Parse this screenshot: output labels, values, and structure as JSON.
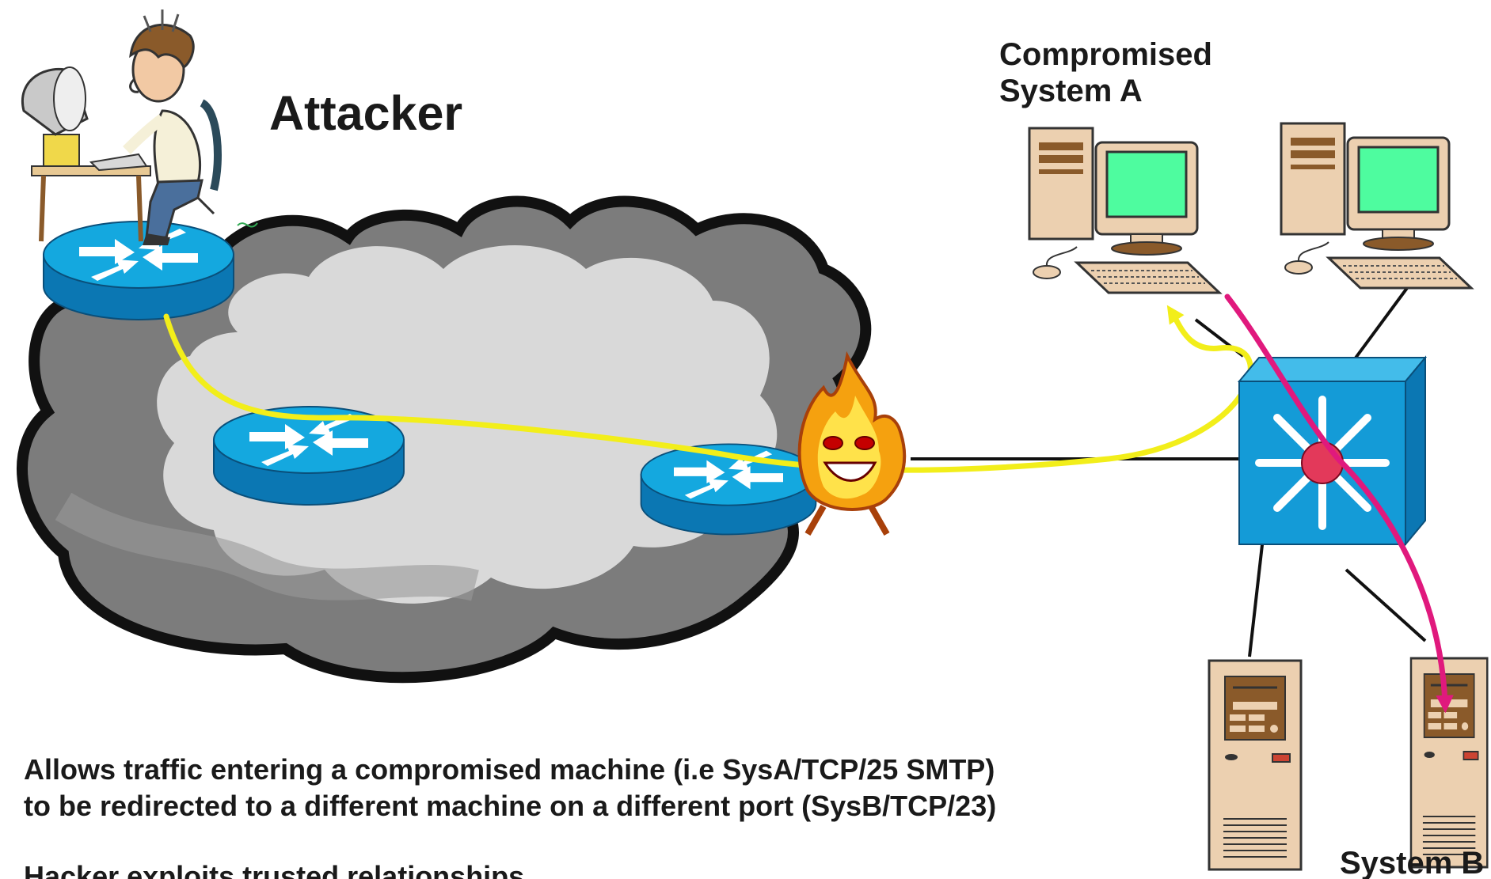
{
  "labels": {
    "attacker": "Attacker",
    "system_a_line1": "Compromised",
    "system_a_line2": "System A",
    "system_b": "System B"
  },
  "description": {
    "line1": "Allows traffic entering a compromised machine (i.e SysA/TCP/25 SMTP)",
    "line2": "to be redirected to a different machine on a different port (SysB/TCP/23)",
    "line3": "Hacker exploits trusted relationships"
  },
  "colors": {
    "router": "#14a8df",
    "router_side": "#0b77b3",
    "cloud_dark": "#7a7a7a",
    "cloud_light": "#d8d8d8",
    "switch": "#149bd7",
    "switch_hub": "#e3395a",
    "path_yellow": "#f2ee1a",
    "path_magenta": "#e0197d",
    "screen": "#4efc9f",
    "case": "#ecd0b0",
    "fire_outer": "#f5a10f",
    "fire_inner": "#ffe24a"
  },
  "icons": [
    "attacker-figure",
    "router-icon",
    "cloud-icon",
    "firewall-devil-icon",
    "multilayer-switch-icon",
    "workstation-icon",
    "tower-server-icon"
  ]
}
